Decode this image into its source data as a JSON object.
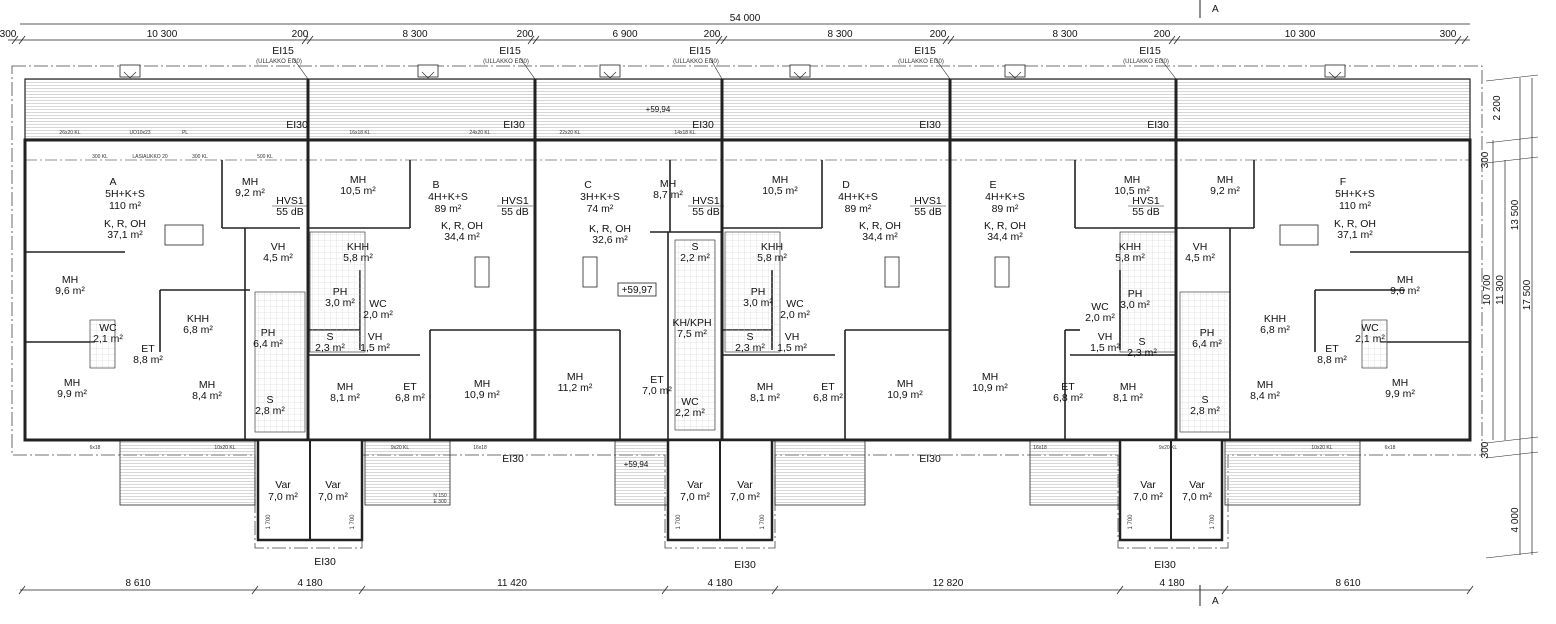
{
  "drawing": {
    "section_mark": "A",
    "overall_width": "54 000",
    "top_dimensions": [
      "300",
      "10 300",
      "200",
      "8 300",
      "200",
      "6 900",
      "200",
      "8 300",
      "200",
      "8 300",
      "200",
      "10 300",
      "300"
    ],
    "bottom_dimensions": [
      "8 610",
      "4 180",
      "11 420",
      "4 180",
      "12 820",
      "4 180",
      "8 610"
    ],
    "right_dimensions": [
      "2 200",
      "300",
      "10 700",
      "11 300",
      "13 500",
      "17 500",
      "300",
      "4 000"
    ],
    "fire_walls_top": [
      {
        "rating": "EI15",
        "note": "(ULLAKKO EI30)"
      },
      {
        "rating": "EI15",
        "note": "(ULLAKKO EI30)"
      },
      {
        "rating": "EI15",
        "note": "(ULLAKKO EI30)"
      },
      {
        "rating": "EI15",
        "note": "(ULLAKKO EI30)"
      },
      {
        "rating": "EI15",
        "note": "(ULLAKKO EI30)"
      }
    ],
    "fire_walls_upper": [
      "EI30",
      "EI30",
      "EI30",
      "EI30",
      "EI30"
    ],
    "fire_walls_bottom": [
      "EI30",
      "EI30",
      "EI30",
      "EI30",
      "EI30"
    ],
    "elevations": [
      "+59,94",
      "+59,94",
      "+59,97"
    ],
    "acoustic_labels": [
      {
        "name": "HVS1",
        "rating": "55 dB"
      },
      {
        "name": "HVS1",
        "rating": "55 dB"
      },
      {
        "name": "HVS1",
        "rating": "55 dB"
      },
      {
        "name": "HVS1",
        "rating": "55 dB"
      },
      {
        "name": "HVS1",
        "rating": "55 dB"
      }
    ],
    "window_labels": [
      "300 KL",
      "LASIAUKKO 20",
      "300 KL",
      "500 KL",
      "26x20 KL",
      "22x20 KL",
      "24x20 KL",
      "16x18 KL",
      "14x18 KL",
      "UO10x23",
      "PL",
      "10x20 KL",
      "9x20 KL",
      "16x18",
      "6x18",
      "N 150",
      "E 300",
      "1 700"
    ]
  },
  "units": [
    {
      "id": "A",
      "type": "5H+K+S",
      "area": "110 m²",
      "rooms": [
        {
          "name": "K, R, OH",
          "area": "37,1 m²"
        },
        {
          "name": "MH",
          "area": "9,2 m²"
        },
        {
          "name": "VH",
          "area": "4,5 m²"
        },
        {
          "name": "MH",
          "area": "9,6 m²"
        },
        {
          "name": "KHH",
          "area": "6,8 m²"
        },
        {
          "name": "WC",
          "area": "2,1 m²"
        },
        {
          "name": "PH",
          "area": "6,4 m²"
        },
        {
          "name": "ET",
          "area": "8,8 m²"
        },
        {
          "name": "MH",
          "area": "9,9 m²"
        },
        {
          "name": "MH",
          "area": "8,4 m²"
        },
        {
          "name": "S",
          "area": "2,8 m²"
        }
      ]
    },
    {
      "id": "B",
      "type": "4H+K+S",
      "area": "89 m²",
      "rooms": [
        {
          "name": "K, R, OH",
          "area": "34,4 m²"
        },
        {
          "name": "MH",
          "area": "10,5 m²"
        },
        {
          "name": "KHH",
          "area": "5,8 m²"
        },
        {
          "name": "PH",
          "area": "3,0 m²"
        },
        {
          "name": "WC",
          "area": "2,0 m²"
        },
        {
          "name": "S",
          "area": "2,3 m²"
        },
        {
          "name": "VH",
          "area": "1,5 m²"
        },
        {
          "name": "MH",
          "area": "8,1 m²"
        },
        {
          "name": "ET",
          "area": "6,8 m²"
        },
        {
          "name": "MH",
          "area": "10,9 m²"
        }
      ]
    },
    {
      "id": "C",
      "type": "3H+K+S",
      "area": "74 m²",
      "rooms": [
        {
          "name": "K, R, OH",
          "area": "32,6 m²"
        },
        {
          "name": "MH",
          "area": "8,7 m²"
        },
        {
          "name": "S",
          "area": "2,2 m²"
        },
        {
          "name": "KH/KPH",
          "area": "7,5 m²"
        },
        {
          "name": "ET",
          "area": "7,0 m²"
        },
        {
          "name": "MH",
          "area": "11,2 m²"
        },
        {
          "name": "WC",
          "area": "2,2 m²"
        }
      ]
    },
    {
      "id": "D",
      "type": "4H+K+S",
      "area": "89 m²",
      "rooms": [
        {
          "name": "K, R, OH",
          "area": "34,4 m²"
        },
        {
          "name": "MH",
          "area": "10,5 m²"
        },
        {
          "name": "KHH",
          "area": "5,8 m²"
        },
        {
          "name": "PH",
          "area": "3,0 m²"
        },
        {
          "name": "WC",
          "area": "2,0 m²"
        },
        {
          "name": "S",
          "area": "2,3 m²"
        },
        {
          "name": "VH",
          "area": "1,5 m²"
        },
        {
          "name": "MH",
          "area": "8,1 m²"
        },
        {
          "name": "ET",
          "area": "6,8 m²"
        },
        {
          "name": "MH",
          "area": "10,9 m²"
        }
      ]
    },
    {
      "id": "E",
      "type": "4H+K+S",
      "area": "89 m²",
      "rooms": [
        {
          "name": "K, R, OH",
          "area": "34,4 m²"
        },
        {
          "name": "MH",
          "area": "10,5 m²"
        },
        {
          "name": "KHH",
          "area": "5,8 m²"
        },
        {
          "name": "PH",
          "area": "3,0 m²"
        },
        {
          "name": "WC",
          "area": "2,0 m²"
        },
        {
          "name": "S",
          "area": "2,3 m²"
        },
        {
          "name": "VH",
          "area": "1,5 m²"
        },
        {
          "name": "MH",
          "area": "8,1 m²"
        },
        {
          "name": "ET",
          "area": "6,8 m²"
        },
        {
          "name": "MH",
          "area": "10,9 m²"
        }
      ]
    },
    {
      "id": "F",
      "type": "5H+K+S",
      "area": "110 m²",
      "rooms": [
        {
          "name": "K, R, OH",
          "area": "37,1 m²"
        },
        {
          "name": "MH",
          "area": "9,2 m²"
        },
        {
          "name": "VH",
          "area": "4,5 m²"
        },
        {
          "name": "MH",
          "area": "9,6 m²"
        },
        {
          "name": "KHH",
          "area": "6,8 m²"
        },
        {
          "name": "WC",
          "area": "2,1 m²"
        },
        {
          "name": "PH",
          "area": "6,4 m²"
        },
        {
          "name": "ET",
          "area": "8,8 m²"
        },
        {
          "name": "MH",
          "area": "9,9 m²"
        },
        {
          "name": "MH",
          "area": "8,4 m²"
        },
        {
          "name": "S",
          "area": "2,8 m²"
        }
      ]
    }
  ],
  "storage": [
    {
      "name": "Var",
      "area": "7,0 m²"
    },
    {
      "name": "Var",
      "area": "7,0 m²"
    },
    {
      "name": "Var",
      "area": "7,0 m²"
    },
    {
      "name": "Var",
      "area": "7,0 m²"
    },
    {
      "name": "Var",
      "area": "7,0 m²"
    },
    {
      "name": "Var",
      "area": "7,0 m²"
    }
  ]
}
